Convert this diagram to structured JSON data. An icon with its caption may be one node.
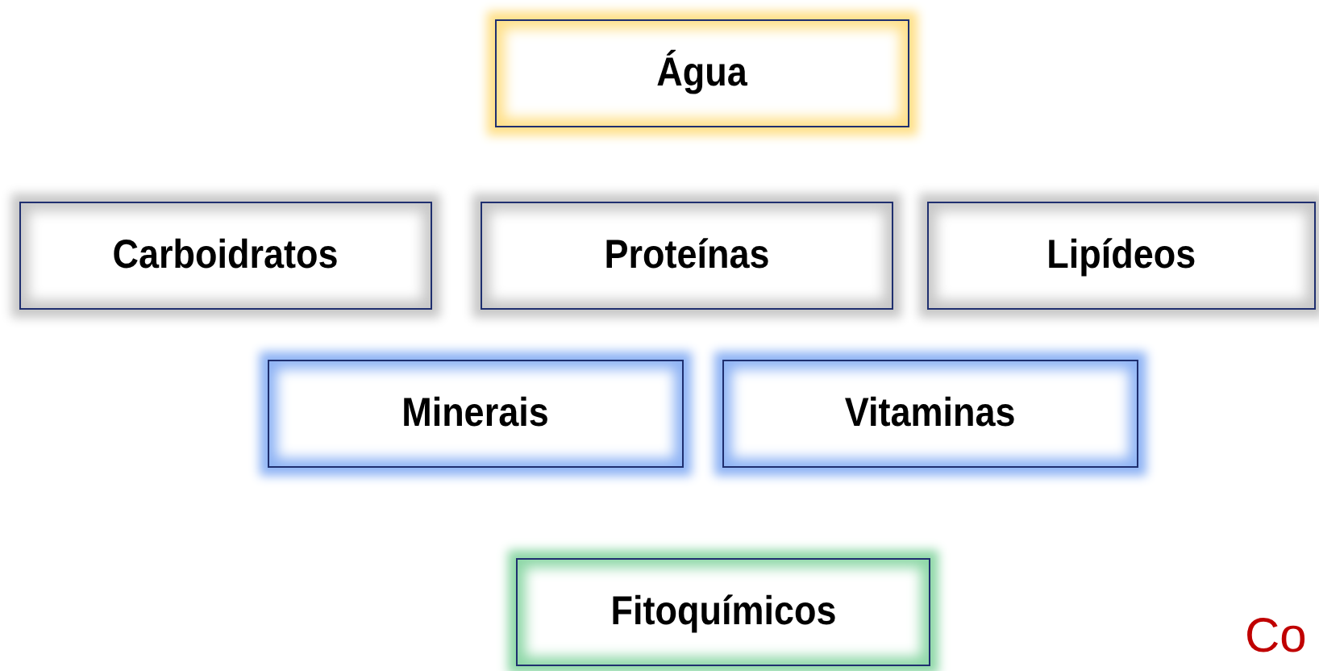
{
  "diagram": {
    "nodes": [
      {
        "text": [
          "Água"
        ]
      },
      {
        "text": [
          "Carboidratos"
        ]
      },
      {
        "text": [
          "Proteínas"
        ]
      },
      {
        "text": [
          "Lipídeos"
        ]
      },
      {
        "text": [
          "Minerais"
        ]
      },
      {
        "text": [
          "Vitaminas"
        ]
      },
      {
        "text": [
          "Fitoquímicos"
        ]
      }
    ],
    "labels": [
      "Co"
    ]
  }
}
